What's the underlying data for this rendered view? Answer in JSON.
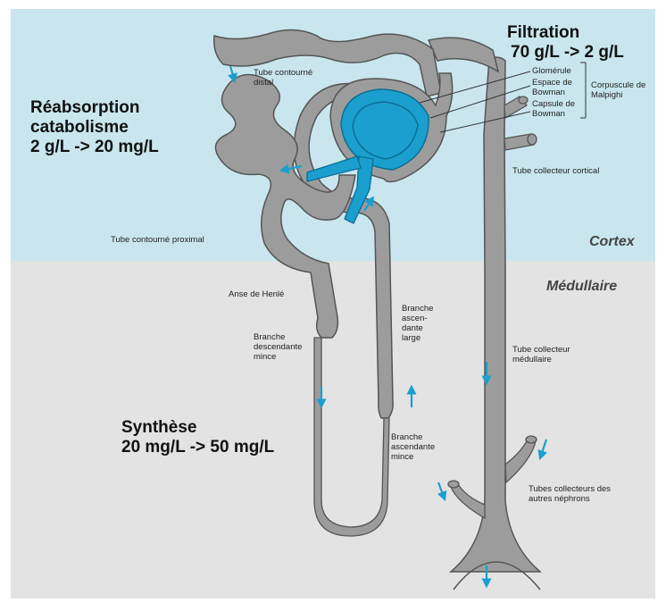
{
  "colors": {
    "cortex_bg": "#c9e6ef",
    "medulla_bg": "#e3e3e3",
    "tube_fill": "#9c9c9c",
    "tube_stroke": "#555555",
    "glomerulus": "#1a9fce",
    "arrow": "#1a9fce"
  },
  "headlines": {
    "filtration_title": "Filtration",
    "filtration_value": "70 g/L -> 2 g/L",
    "reabsorption_title": "Réabsorption",
    "reabsorption_subtitle": "catabolisme",
    "reabsorption_value": "2 g/L -> 20 mg/L",
    "synthesis_title": "Synthèse",
    "synthesis_value": "20 mg/L -> 50 mg/L"
  },
  "zones": {
    "cortex": "Cortex",
    "medulla": "Médullaire"
  },
  "labels": {
    "distal_tubule": "Tube contourné distal",
    "glomerulus": "Glomérule",
    "bowman_space": "Espace de Bowman",
    "bowman_capsule": "Capsule de Bowman",
    "malpighi_corpuscle": "Corpuscule de Malpighi",
    "cortical_collecting": "Tube collecteur cortical",
    "proximal_tubule": "Tube contourné proximal",
    "henle_loop": "Anse de Henlé",
    "thin_descending": "Branche descendante mince",
    "thick_ascending": "Branche ascen- dante large",
    "medullary_collecting": "Tube collecteur médullaire",
    "thin_ascending": "Branche ascendante mince",
    "other_nephrons": "Tubes collecteurs des autres néphrons"
  }
}
